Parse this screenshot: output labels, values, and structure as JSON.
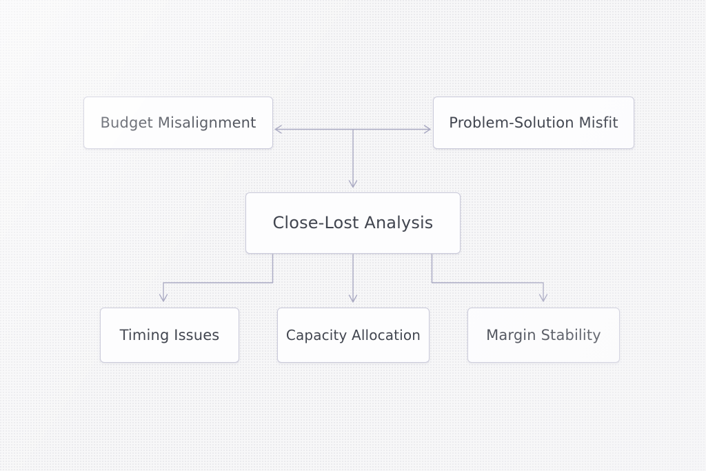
{
  "diagram": {
    "type": "flowchart",
    "title": "Close-Lost Analysis",
    "background_color": "#f7f7f8",
    "node_fill_color": "#fdfdfe",
    "node_border_color": "#c9c9d9",
    "node_text_color": "#41454f",
    "connector_color": "#a9a9c2",
    "nodes": [
      {
        "id": "budget-misalignment",
        "label": "Budget Misalignment",
        "row": "top",
        "column": "left"
      },
      {
        "id": "problem-solution-misfit",
        "label": "Problem-Solution Misfit",
        "row": "top",
        "column": "right"
      },
      {
        "id": "close-lost-analysis",
        "label": "Close-Lost Analysis",
        "row": "middle",
        "column": "center"
      },
      {
        "id": "timing-issues",
        "label": "Timing Issues",
        "row": "bottom",
        "column": "left"
      },
      {
        "id": "capacity-allocation",
        "label": "Capacity Allocation",
        "row": "bottom",
        "column": "center"
      },
      {
        "id": "margin-stability",
        "label": "Margin Stability",
        "row": "bottom",
        "column": "right"
      }
    ],
    "edges": [
      {
        "id": "edge-budget-misfit",
        "from": "budget-misalignment",
        "to": "problem-solution-misfit",
        "style": "bidirectional-horizontal"
      },
      {
        "id": "edge-top-to-close-lost",
        "from": "top-connector",
        "to": "close-lost-analysis",
        "style": "vertical-arrow"
      },
      {
        "id": "edge-close-lost-timing",
        "from": "close-lost-analysis",
        "to": "timing-issues",
        "style": "elbow-left-arrow"
      },
      {
        "id": "edge-close-lost-capacity",
        "from": "close-lost-analysis",
        "to": "capacity-allocation",
        "style": "vertical-arrow"
      },
      {
        "id": "edge-close-lost-margin",
        "from": "close-lost-analysis",
        "to": "margin-stability",
        "style": "elbow-right-arrow"
      }
    ]
  }
}
